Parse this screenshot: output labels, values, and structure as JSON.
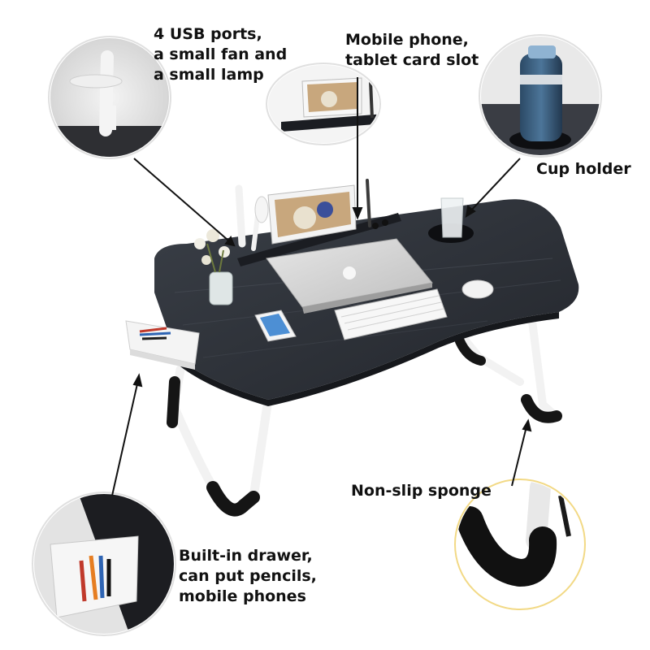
{
  "callouts": {
    "usb": [
      "4 USB ports,",
      "a small fan and",
      "a small lamp"
    ],
    "slot": [
      "Mobile phone,",
      "tablet card slot"
    ],
    "cup": [
      "Cup holder"
    ],
    "sponge": [
      "Non-slip sponge"
    ],
    "drawer": [
      "Built-in drawer,",
      "can put pencils,",
      "mobile phones"
    ]
  },
  "colors": {
    "tabletop": "#2b2f36",
    "frame": "#f2f2f2",
    "sponge": "#1a1a1a",
    "accent_photo": "#3b4f9a",
    "laptop": "#d6d6d6"
  }
}
